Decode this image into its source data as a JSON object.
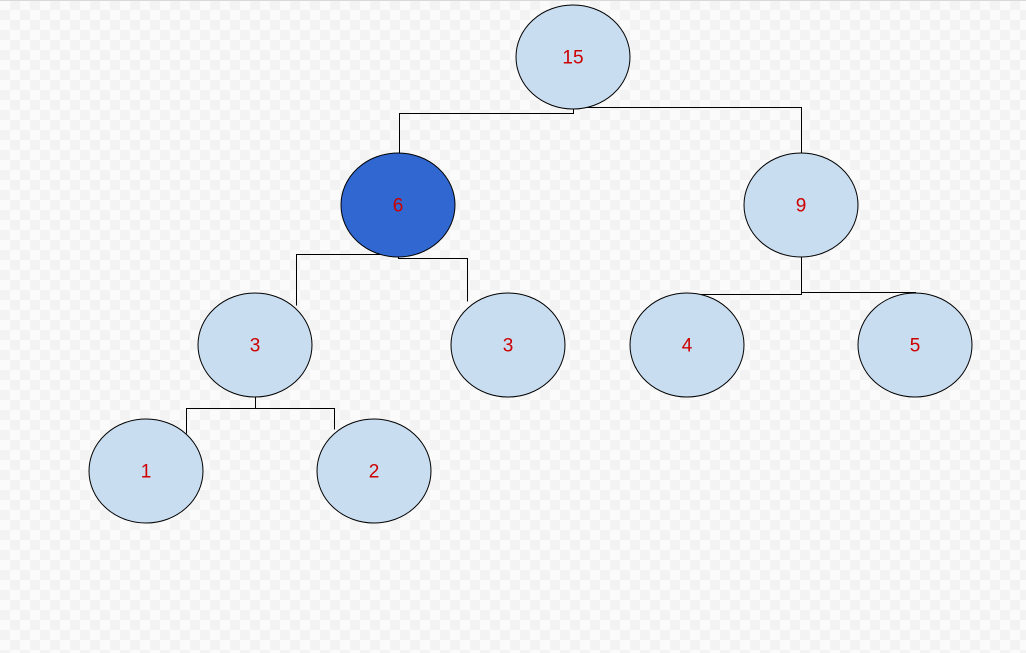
{
  "diagram": {
    "colors": {
      "node_fill": "#c9ddf0",
      "highlight_fill": "#3067d1",
      "stroke": "#000000",
      "label": "#cc0000"
    },
    "nodes": [
      {
        "id": "n15",
        "label": "15",
        "highlighted": false
      },
      {
        "id": "n6",
        "label": "6",
        "highlighted": true
      },
      {
        "id": "n9",
        "label": "9",
        "highlighted": false
      },
      {
        "id": "n3a",
        "label": "3",
        "highlighted": false
      },
      {
        "id": "n3b",
        "label": "3",
        "highlighted": false
      },
      {
        "id": "n4",
        "label": "4",
        "highlighted": false
      },
      {
        "id": "n5",
        "label": "5",
        "highlighted": false
      },
      {
        "id": "n1",
        "label": "1",
        "highlighted": false
      },
      {
        "id": "n2",
        "label": "2",
        "highlighted": false
      }
    ],
    "edges": [
      {
        "from": "n15",
        "to": "n6"
      },
      {
        "from": "n15",
        "to": "n9"
      },
      {
        "from": "n6",
        "to": "n3a"
      },
      {
        "from": "n6",
        "to": "n3b"
      },
      {
        "from": "n9",
        "to": "n4"
      },
      {
        "from": "n9",
        "to": "n5"
      },
      {
        "from": "n3a",
        "to": "n1"
      },
      {
        "from": "n3a",
        "to": "n2"
      }
    ]
  }
}
